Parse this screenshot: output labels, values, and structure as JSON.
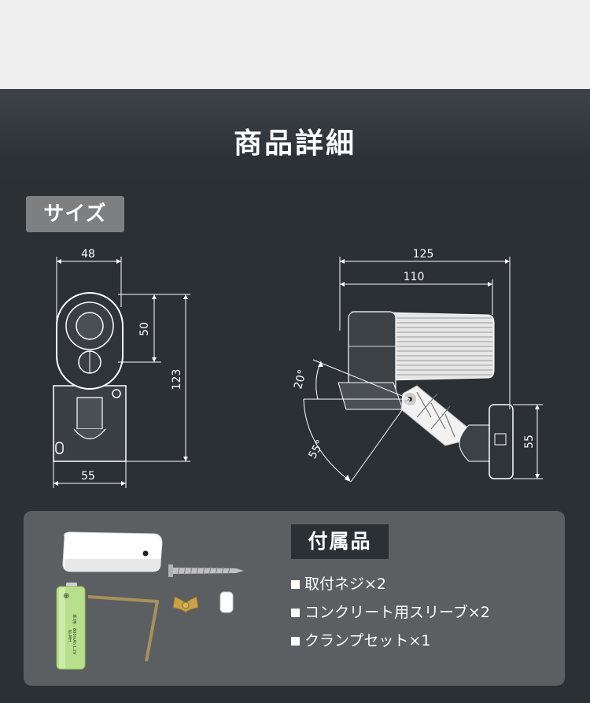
{
  "header": {
    "title": "商品詳細"
  },
  "size_section": {
    "label": "サイズ"
  },
  "front_view": {
    "width": "48",
    "lens_offset": "50",
    "height": "123",
    "base_width": "55"
  },
  "side_view": {
    "total_length": "125",
    "body_length": "110",
    "tilt_up": "20°",
    "tilt_down": "55°",
    "base_height": "55"
  },
  "accessories": {
    "title": "付属品",
    "items": [
      {
        "text": "取付ネジ×2"
      },
      {
        "text": "コンクリート用スリーブ×2"
      },
      {
        "text": "クランプセット×1"
      }
    ],
    "battery_print": [
      "Ni-MH",
      "単3形",
      "800mAh",
      "1.2V"
    ]
  }
}
